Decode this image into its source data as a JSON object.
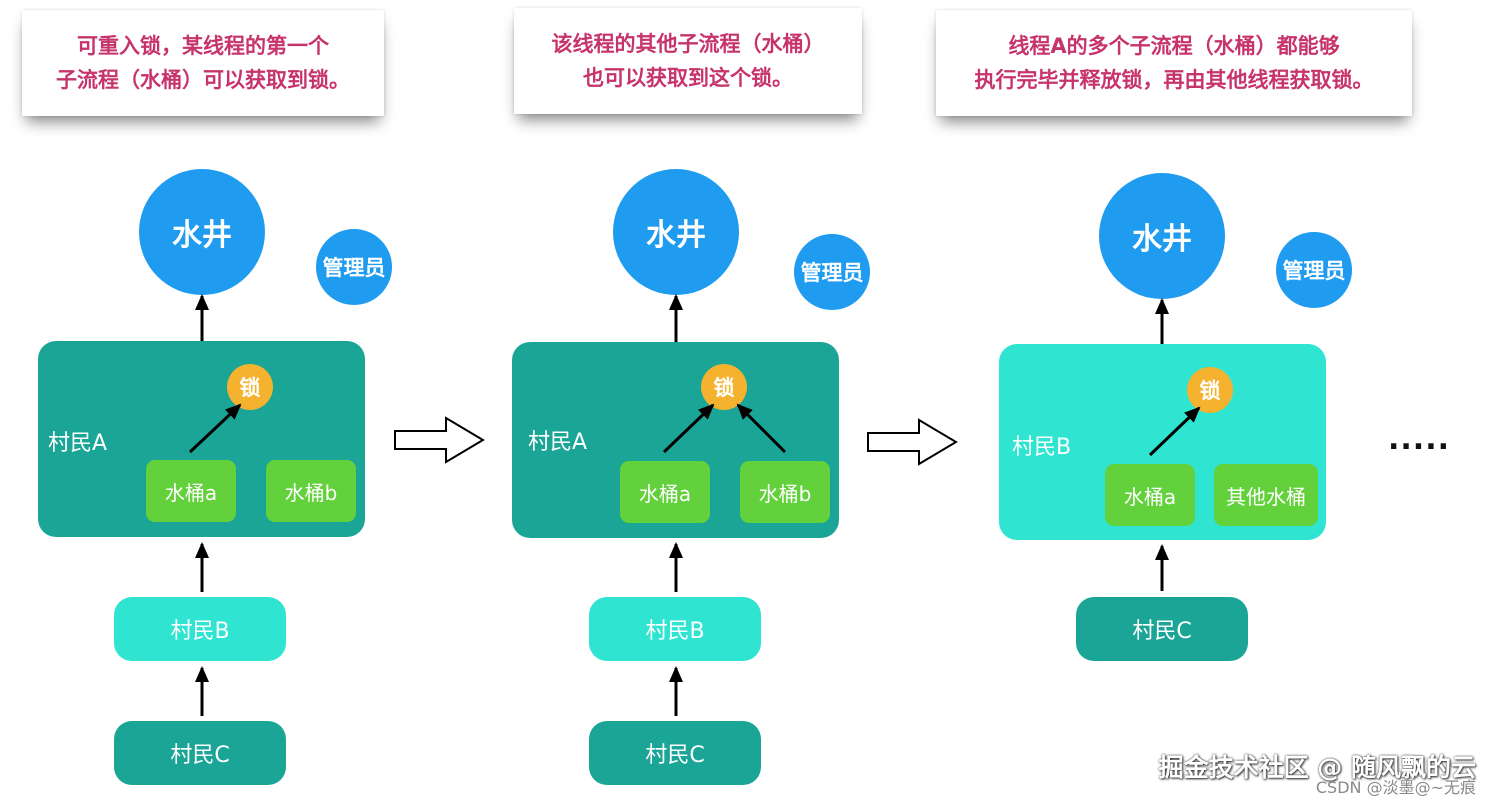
{
  "panels": [
    {
      "caption": [
        "可重入锁，某线程的第一个",
        "子流程（水桶）可以获取到锁。"
      ],
      "well": "水井",
      "admin": "管理员",
      "holder": "村民A",
      "lock": "锁",
      "buckets": [
        "水桶a",
        "水桶b"
      ],
      "queue": [
        "村民B",
        "村民C"
      ]
    },
    {
      "caption": [
        "该线程的其他子流程（水桶）",
        "也可以获取到这个锁。"
      ],
      "well": "水井",
      "admin": "管理员",
      "holder": "村民A",
      "lock": "锁",
      "buckets": [
        "水桶a",
        "水桶b"
      ],
      "queue": [
        "村民B",
        "村民C"
      ]
    },
    {
      "caption": [
        "线程A的多个子流程（水桶）都能够",
        "执行完毕并释放锁，再由其他线程获取锁。"
      ],
      "well": "水井",
      "admin": "管理员",
      "holder": "村民B",
      "lock": "锁",
      "buckets": [
        "水桶a",
        "其他水桶"
      ],
      "queue": [
        "村民C"
      ]
    }
  ],
  "ellipsis": ".....",
  "watermark": {
    "main": "掘金技术社区 @ 随风飘的云",
    "sub": "CSDN @淡墨@~无痕"
  },
  "colors": {
    "caption_text": "#c7346b",
    "well": "#1f9bf0",
    "holder_box_dark": "#1ba596",
    "holder_box_light": "#2fe5d2",
    "lock": "#f5b22e",
    "bucket": "#63d13c"
  }
}
